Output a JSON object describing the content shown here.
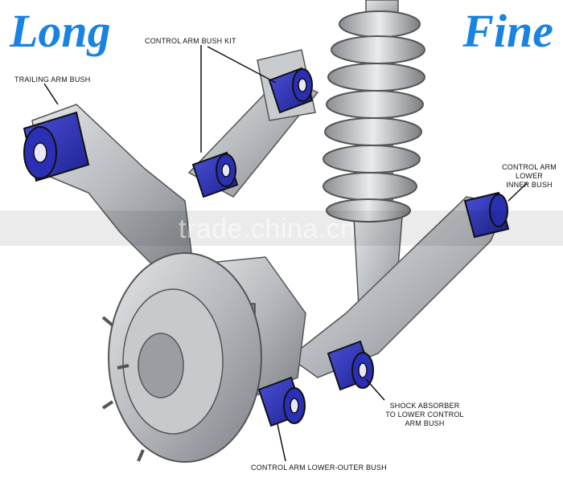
{
  "brand": {
    "left": "Long",
    "right": "Fine",
    "color": "#1a82e0"
  },
  "labels": {
    "trailing_arm_bush": "TRAILING ARM BUSH",
    "control_arm_bush_kit": "CONTROL ARM BUSH KIT",
    "control_arm_lower_inner_bush_l1": "CONTROL ARM",
    "control_arm_lower_inner_bush_l2": "LOWER",
    "control_arm_lower_inner_bush_l3": "INNER BUSH",
    "shock_absorber_l1": "SHOCK ABSORBER",
    "shock_absorber_l2": "TO LOWER CONTROL",
    "shock_absorber_l3": "ARM BUSH",
    "control_arm_lower_outer_bush": "CONTROL ARM LOWER-OUTER BUSH"
  },
  "watermark": "trade.china.cn",
  "colors": {
    "bush": "#2a2fb4",
    "metal": "#b9bcc0",
    "metal_dark": "#6e7276"
  }
}
